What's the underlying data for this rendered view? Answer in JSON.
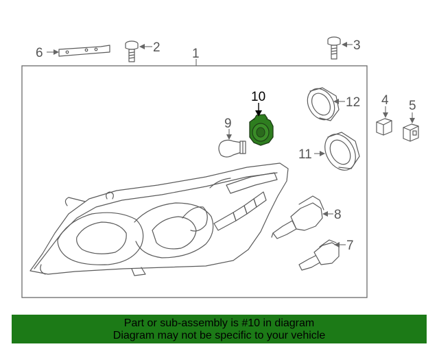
{
  "diagram": {
    "labels": {
      "p1": "1",
      "p2": "2",
      "p3": "3",
      "p4": "4",
      "p5": "5",
      "p6": "6",
      "p7": "7",
      "p8": "8",
      "p9": "9",
      "p10": "10",
      "p11": "11",
      "p12": "12"
    },
    "highlighted_part": "10",
    "highlight_color": "#2e7d1f"
  },
  "banner": {
    "line1": "Part or sub-assembly is #10 in diagram",
    "line2": "Diagram may not be specific to your vehicle",
    "background": "#1c7a17"
  }
}
